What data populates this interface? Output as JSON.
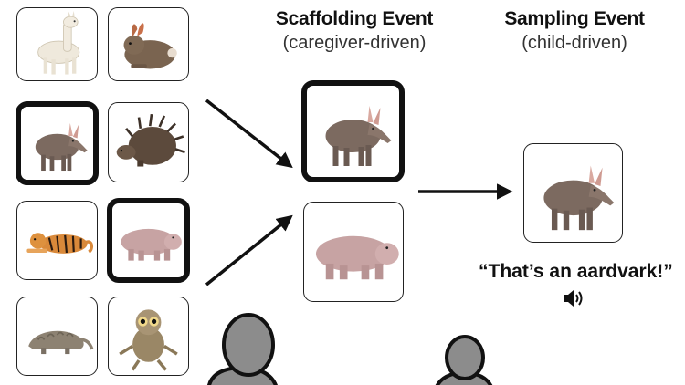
{
  "scaffolding": {
    "title": "Scaffolding Event",
    "subtitle": "(caregiver-driven)"
  },
  "sampling": {
    "title": "Sampling Event",
    "subtitle": "(child-driven)",
    "utterance": "“That’s an aardvark!”"
  },
  "grid": [
    {
      "animal": "llama",
      "selected": false
    },
    {
      "animal": "rabbit",
      "selected": false
    },
    {
      "animal": "aardvark",
      "selected": true
    },
    {
      "animal": "porcupine",
      "selected": false
    },
    {
      "animal": "tiger",
      "selected": false
    },
    {
      "animal": "hippo",
      "selected": true
    },
    {
      "animal": "pangolin",
      "selected": false
    },
    {
      "animal": "tarsier",
      "selected": false
    }
  ],
  "scaffold_choices": [
    {
      "animal": "aardvark",
      "selected": true
    },
    {
      "animal": "hippo",
      "selected": false
    }
  ],
  "sampled": {
    "animal": "aardvark"
  },
  "icons": [
    "speaker-icon",
    "arrow-icon",
    "person-icon"
  ],
  "colors": {
    "stroke": "#111111",
    "person_fill": "#8c8c8c"
  }
}
